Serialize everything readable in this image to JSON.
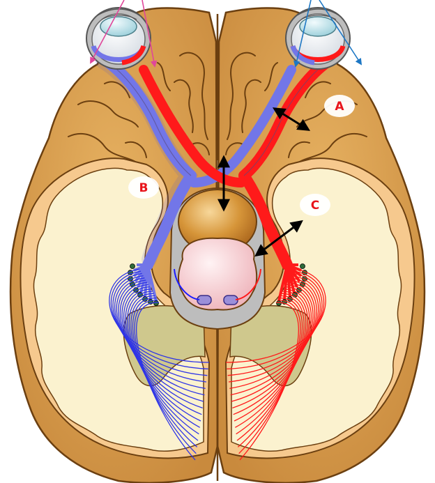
{
  "labels": {
    "a": "A",
    "b": "B",
    "c": "C"
  },
  "colors": {
    "cortex": "#d9a051",
    "cortex_edge": "#6b3f10",
    "white_matter": "#fbf2cf",
    "inner_band": "#f6c98e",
    "ventricle": "#cfc88d",
    "grey_sheath": "#b9b9b9",
    "left_path": "#7276e8",
    "right_path": "#ff1a1a",
    "chiasm_body": "#c9832a",
    "pons": "#f6cdd2",
    "left_eye_arrows": "#e0469a",
    "right_eye_arrows": "#1d77c4",
    "marker": "#000000",
    "label_text": "#e8141b"
  },
  "icons": {
    "left-eye": "eyeball",
    "right-eye": "eyeball",
    "optic-chiasm": "x-crossing",
    "measure-arrows": "double-headed-arrow",
    "lgn-dots": "dot-cluster"
  }
}
